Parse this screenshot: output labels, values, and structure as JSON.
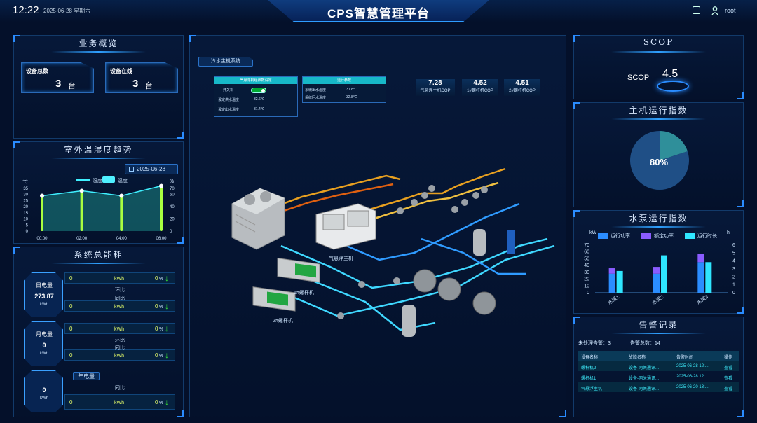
{
  "header": {
    "time": "12:22",
    "date": "2025-06-28 星期六",
    "title": "CPS智慧管理平台",
    "user": "root",
    "icons": [
      "save-icon",
      "user-icon"
    ]
  },
  "business": {
    "title": "业务概览",
    "total_label": "设备总数",
    "total_value": "3",
    "online_label": "设备在线",
    "online_value": "3",
    "unit": "台"
  },
  "weather": {
    "title": "室外温湿度趋势",
    "date": "2025-06-28",
    "legend_humidity": "湿度",
    "legend_temperature": "温度",
    "left_unit": "℃",
    "right_unit": "%"
  },
  "chart_data": [
    {
      "type": "bar",
      "categories": [
        "00:00",
        "02:00",
        "04:00",
        "06:00"
      ],
      "series": [
        {
          "name": "湿度",
          "values": [
            29,
            33,
            29,
            37
          ]
        },
        {
          "name": "温度",
          "values": [
            29,
            33,
            29,
            37
          ]
        }
      ],
      "y_left_ticks": [
        "0",
        "5",
        "10",
        "15",
        "20",
        "25",
        "30",
        "35"
      ],
      "ylim_left": [
        0,
        35
      ],
      "y_right_ticks": [
        "0",
        "20",
        "40",
        "60",
        "70"
      ],
      "ylim_right": [
        0,
        70
      ],
      "ylabel": "℃",
      "y2label": "%"
    },
    {
      "type": "bar",
      "categories": [
        "水泵1",
        "水泵2",
        "水泵3"
      ],
      "series": [
        {
          "name": "运行功率",
          "values": [
            28,
            28,
            45
          ]
        },
        {
          "name": "额定功率",
          "values": [
            8,
            10,
            12
          ]
        },
        {
          "name": "运行时长",
          "values": [
            32,
            55,
            45
          ]
        }
      ],
      "y_left_ticks": [
        "0",
        "10",
        "20",
        "30",
        "40",
        "50",
        "60",
        "70"
      ],
      "ylim_left": [
        0,
        70
      ],
      "y_right_ticks": [
        "0",
        "1",
        "2",
        "3",
        "4",
        "5",
        "6"
      ],
      "ylim_right": [
        0,
        6
      ],
      "ylabel": "kW",
      "y2label": "h",
      "legend": "top"
    },
    {
      "type": "pie",
      "values": [
        80,
        20
      ],
      "labels": [
        "80%",
        ""
      ]
    }
  ],
  "energy": {
    "title": "系统总能耗",
    "day_label": "日电量",
    "day_value": "273.87",
    "day_unit": "kWh",
    "month_label": "月电量",
    "month_value": "0",
    "month_unit": "kWh",
    "year_label": "年电量",
    "year_value": "0",
    "year_unit": "kWh",
    "rows": [
      {
        "val": "0",
        "unit": "kWh",
        "label": "环比",
        "pct": "0",
        "pu": "%"
      },
      {
        "val": "0",
        "unit": "kWh",
        "label": "同比",
        "pct": "0",
        "pu": "%"
      },
      {
        "val": "0",
        "unit": "kWh",
        "label": "环比",
        "pct": "0",
        "pu": "%"
      },
      {
        "val": "0",
        "unit": "kWh",
        "label": "同比",
        "pct": "0",
        "pu": "%"
      },
      {
        "val": "0",
        "unit": "kWh",
        "label": "同比",
        "pct": "0",
        "pu": "%"
      }
    ]
  },
  "system": {
    "tab": "冷水主机系统",
    "box1": {
      "title": "气悬浮机组参数设定",
      "r1": "开关机",
      "r2": "设定供水温度",
      "v2": "32.6℃",
      "r3": "设定出水温度",
      "v3": "31.4℃"
    },
    "box2": {
      "title": "运行参数",
      "r1": "系统出水温度",
      "v1": "31.8℃",
      "r2": "系统回水温度",
      "v2": "32.8℃"
    },
    "cop": [
      {
        "value": "7.28",
        "label": "气悬浮主机COP"
      },
      {
        "value": "4.52",
        "label": "1#螺杆机COP"
      },
      {
        "value": "4.51",
        "label": "2#螺杆机COP"
      }
    ],
    "labels": {
      "mag": "气悬浮主机",
      "screw1": "1#螺杆机",
      "screw2": "2#螺杆机"
    }
  },
  "scop": {
    "title": "SCOP",
    "label": "SCOP",
    "value": "4.5"
  },
  "host": {
    "title": "主机运行指数",
    "value": "80%"
  },
  "pump": {
    "title": "水泵运行指数",
    "legend": [
      "运行功率",
      "额定功率",
      "运行时长"
    ],
    "left_unit": "kW",
    "right_unit": "h",
    "colors": [
      "#2b8dff",
      "#8a5cff",
      "#2fe6ff"
    ]
  },
  "alarm": {
    "title": "告警记录",
    "unhandled_label": "未处理告警：",
    "unhandled": "3",
    "total_label": "告警总数：",
    "total": "14",
    "headers": [
      "设备名称",
      "故障名称",
      "告警时间",
      "操作"
    ],
    "rows": [
      [
        "螺杆机2",
        "设备-网关通讯...",
        "2025-06-28 12:...",
        "查看"
      ],
      [
        "螺杆机1",
        "设备-网关通讯...",
        "2025-06-28 12:...",
        "查看"
      ],
      [
        "气悬浮主机",
        "设备-网关通讯...",
        "2025-06-20 13:...",
        "查看"
      ]
    ]
  }
}
